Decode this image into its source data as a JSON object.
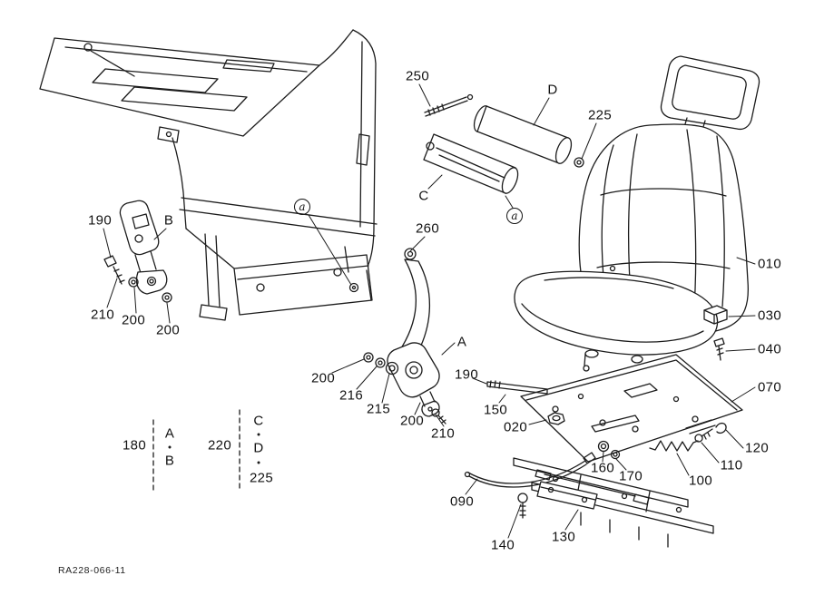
{
  "meta": {
    "doc_type": "exploded parts diagram - seat assembly",
    "ref_code": "RA228-066-11"
  },
  "figure": {
    "background": "#ffffff",
    "line_color": "#1c1c1c",
    "labels": [
      {
        "text": "250"
      },
      {
        "text": "D"
      },
      {
        "text": "225"
      },
      {
        "text": "C"
      },
      {
        "text": "190"
      },
      {
        "text": "B"
      },
      {
        "text": "210"
      },
      {
        "text": "200"
      },
      {
        "text": "200"
      },
      {
        "text": "260"
      },
      {
        "text": "A"
      },
      {
        "text": "200"
      },
      {
        "text": "216"
      },
      {
        "text": "215"
      },
      {
        "text": "200"
      },
      {
        "text": "210"
      },
      {
        "text": "190"
      },
      {
        "text": "150"
      },
      {
        "text": "020"
      },
      {
        "text": "010"
      },
      {
        "text": "030"
      },
      {
        "text": "040"
      },
      {
        "text": "070"
      },
      {
        "text": "120"
      },
      {
        "text": "110"
      },
      {
        "text": "100"
      },
      {
        "text": "160"
      },
      {
        "text": "170"
      },
      {
        "text": "090"
      },
      {
        "text": "140"
      },
      {
        "text": "130"
      },
      {
        "text": "180"
      },
      {
        "text": "A"
      },
      {
        "text": "B"
      },
      {
        "text": "220"
      },
      {
        "text": "C"
      },
      {
        "text": "D"
      },
      {
        "text": "225"
      }
    ],
    "view_markers": [
      {
        "text": "a"
      },
      {
        "text": "a"
      }
    ]
  }
}
